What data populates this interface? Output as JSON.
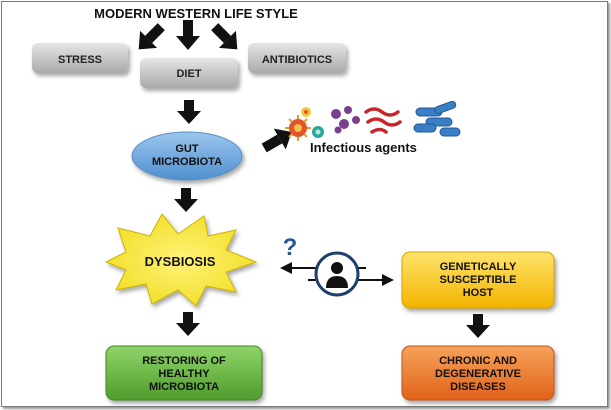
{
  "diagram": {
    "top_label": "MODERN WESTERN LIFE STYLE",
    "stress": "STRESS",
    "diet": "DIET",
    "antibiotics": "ANTIBIOTICS",
    "gut_line1": "GUT",
    "gut_line2": "MICROBIOTA",
    "infectious_agents": "Infectious agents",
    "dysbiosis": "DYSBIOSIS",
    "question_mark": "?",
    "host_line1": "GENETICALLY",
    "host_line2": "SUSCEPTIBLE",
    "host_line3": "HOST",
    "restore_line1": "RESTORING OF",
    "restore_line2": "HEALTHY",
    "restore_line3": "MICROBIOTA",
    "disease_line1": "CHRONIC  AND",
    "disease_line2": "DEGENERATIVE",
    "disease_line3": "DISEASES",
    "colors": {
      "gray_box": "#c9c9c9",
      "gut_ellipse": "#6fa8dc",
      "dysbiosis_star": "#f5ec3a",
      "host_box": "#ffcc00",
      "restore_box": "#6abf45",
      "disease_box": "#ee7722",
      "arrow": "#111111",
      "question": "#2f5597"
    },
    "icons": [
      "person-icon",
      "microbes-icon"
    ]
  }
}
